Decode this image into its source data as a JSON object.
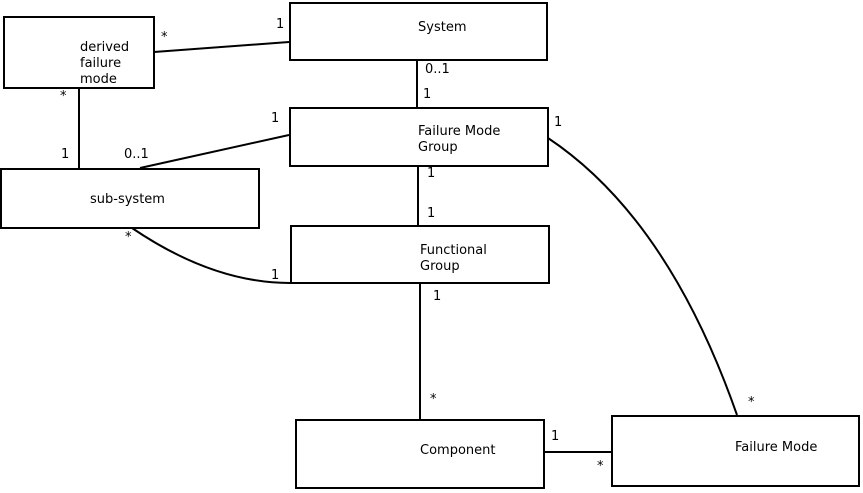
{
  "diagram": {
    "type": "uml-class-association-diagram",
    "background_color": "#ffffff",
    "line_color": "#000000",
    "entities": {
      "derived_failure_mode": {
        "label": "derived\nfailure\nmode"
      },
      "system": {
        "label": "System"
      },
      "failure_mode_group": {
        "label": "Failure Mode\nGroup"
      },
      "sub_system": {
        "label": "sub-system"
      },
      "functional_group": {
        "label": "Functional\nGroup"
      },
      "component": {
        "label": "Component"
      },
      "failure_mode": {
        "label": "Failure Mode"
      }
    },
    "relationships": [
      {
        "from": "derived failure mode",
        "to": "System",
        "from_label": "*",
        "to_label": "1"
      },
      {
        "from": "derived failure mode",
        "to": "sub-system",
        "from_label": "*",
        "to_label": "1"
      },
      {
        "from": "System",
        "to": "Failure Mode Group",
        "from_label": "0..1",
        "to_label": "1"
      },
      {
        "from": "sub-system",
        "to": "Failure Mode Group",
        "from_label": "0..1",
        "to_label": "1"
      },
      {
        "from": "Failure Mode Group",
        "to": "Functional Group",
        "from_label": "1",
        "to_label": "1"
      },
      {
        "from": "sub-system",
        "to": "Functional Group",
        "from_label": "*",
        "to_label": "1"
      },
      {
        "from": "Functional Group",
        "to": "Component",
        "from_label": "1",
        "to_label": "*"
      },
      {
        "from": "Component",
        "to": "Failure Mode",
        "from_label": "1",
        "to_label": "*"
      },
      {
        "from": "Failure Mode Group",
        "to": "Failure Mode",
        "from_label": "1",
        "to_label": "*"
      }
    ]
  }
}
